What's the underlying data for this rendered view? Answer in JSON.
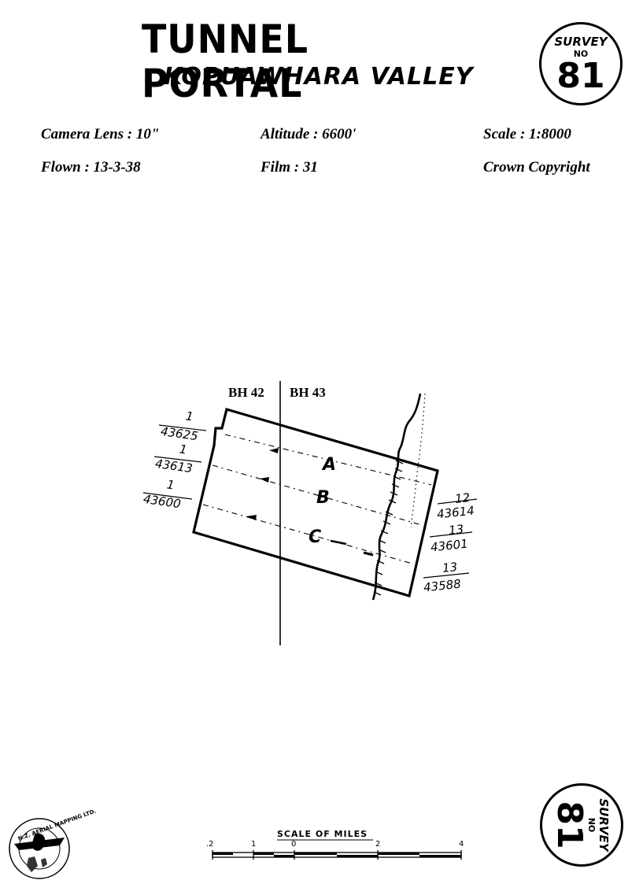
{
  "header": {
    "title": "TUNNEL PORTAL",
    "subtitle": "KOPUAWHARA VALLEY"
  },
  "survey_badge": {
    "label": "SURVEY",
    "no": "NO",
    "number": "81"
  },
  "info": {
    "camera_lens": "Camera Lens : 10\"",
    "altitude": "Altitude : 6600'",
    "scale": "Scale : 1:8000",
    "flown": "Flown : 13-3-38",
    "film": "Film : 31",
    "copyright": "Crown Copyright"
  },
  "map": {
    "boundary_left": "BH 42",
    "boundary_right": "BH 43",
    "runs": [
      {
        "label": "A",
        "left_top": "1",
        "left_bottom": "43625",
        "right_top": "12",
        "right_bottom": "43614"
      },
      {
        "label": "B",
        "left_top": "1",
        "left_bottom": "43613",
        "right_top": "13",
        "right_bottom": "43601"
      },
      {
        "label": "C",
        "left_top": "1",
        "left_bottom": "43600",
        "right_top": "13",
        "right_bottom": "43588"
      }
    ]
  },
  "scale_bar": {
    "label": "SCALE OF MILES",
    "ticks": [
      ".2",
      "1",
      "0",
      "2",
      "4"
    ]
  },
  "logo": {
    "text": "N.Z. AERIAL MAPPING LTD."
  }
}
